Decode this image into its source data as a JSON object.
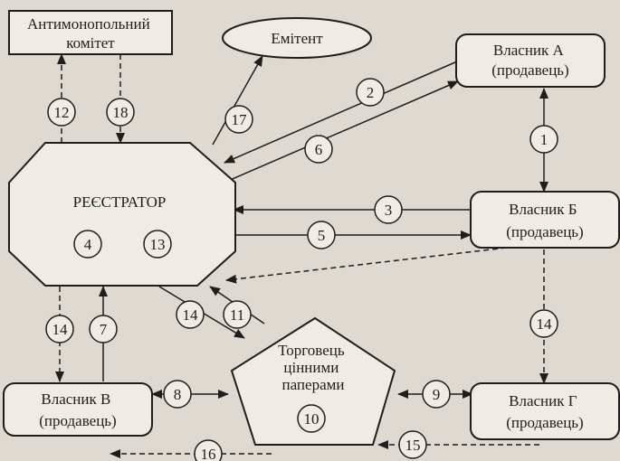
{
  "diagram": {
    "nodes": {
      "antimonopoly": {
        "lines": [
          "Антимонопольний",
          "комітет"
        ]
      },
      "issuer": {
        "lines": [
          "Емітент"
        ]
      },
      "owner_a": {
        "lines": [
          "Власник А",
          "(продавець)"
        ]
      },
      "registrar": {
        "lines": [
          "РЕЄСТРАТОР"
        ]
      },
      "owner_b": {
        "lines": [
          "Власник Б",
          "(продавець)"
        ]
      },
      "trader": {
        "lines": [
          "Торговець",
          "цінними",
          "паперами"
        ]
      },
      "owner_v": {
        "lines": [
          "Власник В",
          "(продавець)"
        ]
      },
      "owner_g": {
        "lines": [
          "Власник Г",
          "(продавець)"
        ]
      }
    },
    "step_labels": [
      "12",
      "18",
      "17",
      "2",
      "6",
      "1",
      "3",
      "5",
      "4",
      "13",
      "14",
      "7",
      "14",
      "11",
      "14",
      "8",
      "9",
      "10",
      "16",
      "15"
    ],
    "colors": {
      "ink": "#1e1e1e",
      "node_fill": "#efece5",
      "background": "#dedad2"
    }
  }
}
